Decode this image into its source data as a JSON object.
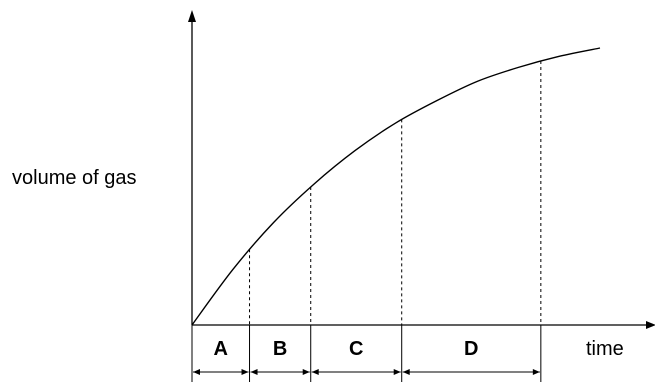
{
  "chart_data": {
    "type": "line",
    "ylabel": "volume of gas",
    "xlabel": "time",
    "curve": {
      "x": [
        0,
        0.1,
        0.2,
        0.3,
        0.4,
        0.5,
        0.6,
        0.7,
        0.8,
        0.9,
        1.0
      ],
      "y": [
        0,
        0.2,
        0.37,
        0.51,
        0.63,
        0.73,
        0.81,
        0.88,
        0.93,
        0.97,
        1.0
      ]
    },
    "intervals": [
      {
        "label": "A",
        "start": 0,
        "end": 0.141
      },
      {
        "label": "B",
        "start": 0.141,
        "end": 0.291
      },
      {
        "label": "C",
        "start": 0.291,
        "end": 0.514
      },
      {
        "label": "D",
        "start": 0.514,
        "end": 0.855
      }
    ]
  }
}
